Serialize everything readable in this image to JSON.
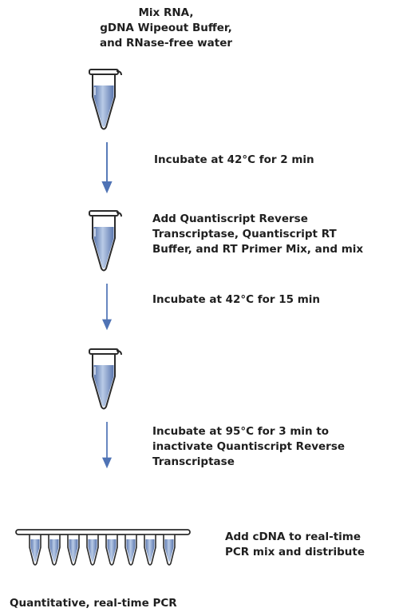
{
  "start_label": "Mix RNA,\ngDNA Wipeout Buffer,\nand RNase-free water",
  "steps": [
    {
      "text": "Incubate at 42°C for 2 min"
    },
    {
      "text": "Add Quantiscript Reverse\nTranscriptase, Quantiscript RT\nBuffer, and RT Primer Mix, and mix"
    },
    {
      "text": "Incubate at 42°C for 15 min"
    },
    {
      "text": "Incubate at 95°C for 3 min to\ninactivate Quantiscript Reverse\nTranscriptase"
    }
  ],
  "final_step": {
    "text": "Add cDNA to real-time\nPCR mix and distribute"
  },
  "bottom_label": "Quantitative, real-time PCR",
  "colors": {
    "text": "#1f1f1f",
    "tube_outline": "#2b2b2b",
    "liquid": "#9eb4d6",
    "liquid_dark": "#5c78b0",
    "arrow": "#4f73b5"
  },
  "icons": [
    "microcentrifuge-tube-icon",
    "down-arrow-icon",
    "pcr-strip-tubes-icon"
  ]
}
